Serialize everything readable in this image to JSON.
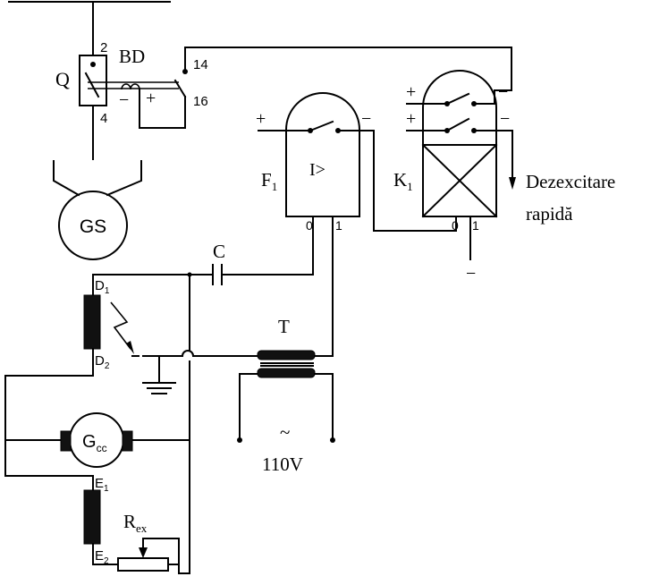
{
  "labels": {
    "q": "Q",
    "bd": "BD",
    "t2": "2",
    "t4": "4",
    "t14": "14",
    "t16": "16",
    "bd_minus": "−",
    "bd_plus": "+",
    "gs": "GS",
    "f1_main": "F",
    "f1_sub": "1",
    "relay_i": "I>",
    "f1_plus": "+",
    "f1_minus": "−",
    "f1_t0": "0",
    "f1_t1": "1",
    "k1_main": "K",
    "k1_sub": "1",
    "k1_plus_a": "+",
    "k1_plus_b": "+",
    "k1_minus_a": "−",
    "k1_minus_b": "−",
    "k1_t0": "0",
    "k1_t1": "1",
    "k1_minus_bottom": "−",
    "dez_line1": "Dezexcitare",
    "dez_line2": "rapidă",
    "c": "C",
    "d1_main": "D",
    "d1_sub": "1",
    "d2_main": "D",
    "d2_sub": "2",
    "t": "T",
    "tilde": "~",
    "voltage": "110V",
    "gcc_main": "G",
    "gcc_sub": "cc",
    "e1_main": "E",
    "e1_sub": "1",
    "e2_main": "E",
    "e2_sub": "2",
    "rex_main": "R",
    "rex_sub": "ex"
  }
}
